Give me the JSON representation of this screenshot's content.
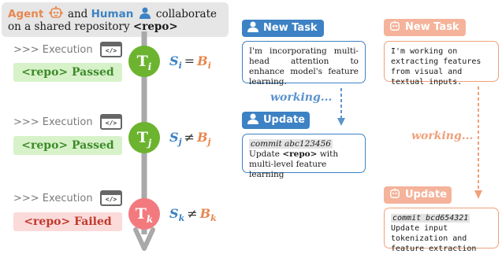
{
  "header": {
    "line1_agent": "Agent",
    "line1_and": " and ",
    "line1_human": "Human",
    "line1_rest": " collaborate",
    "line2_text": "on a shared repository ",
    "line2_repo": "<repo>"
  },
  "timeline": {
    "execution_label": ">>> Execution",
    "icon_code": "</>",
    "steps": [
      {
        "t": "T",
        "t_sub": "i",
        "status": "<repo> Passed",
        "s_sub": "i",
        "op": "=",
        "b_sub": "i"
      },
      {
        "t": "T",
        "t_sub": "j",
        "status": "<repo> Passed",
        "s_sub": "j",
        "op": "≠",
        "b_sub": "j"
      },
      {
        "t": "T",
        "t_sub": "k",
        "status": "<repo> Failed",
        "s_sub": "k",
        "op": "≠",
        "b_sub": "k"
      }
    ],
    "s_symbol": "S",
    "b_symbol": "B"
  },
  "human_panel": {
    "new_task_label": "New Task",
    "task_text": "I'm incorporating multi-head attention to enhance model's feature learning.",
    "working_label": "working...",
    "update_label": "Update",
    "commit_text": "commit abc123456",
    "update_text_pre": "Update ",
    "update_text_repo": "<repo>",
    "update_text_post": " with multi-level feature learning"
  },
  "agent_panel": {
    "new_task_label": "New Task",
    "task_text": "I'm working on extracting features from visual and textual inputs.",
    "working_label": "working...",
    "update_label": "Update",
    "commit_text": "commit bcd654321",
    "update_text": "Update input tokenization and feature extraction"
  },
  "colors": {
    "human_blue": "#3d82c4",
    "agent_orange": "#e8874f",
    "pass_green": "#6cb32f",
    "fail_pink": "#f27a7e"
  },
  "icons": {
    "agent": "robot-icon",
    "human": "person-icon",
    "execution": "terminal-icon"
  }
}
